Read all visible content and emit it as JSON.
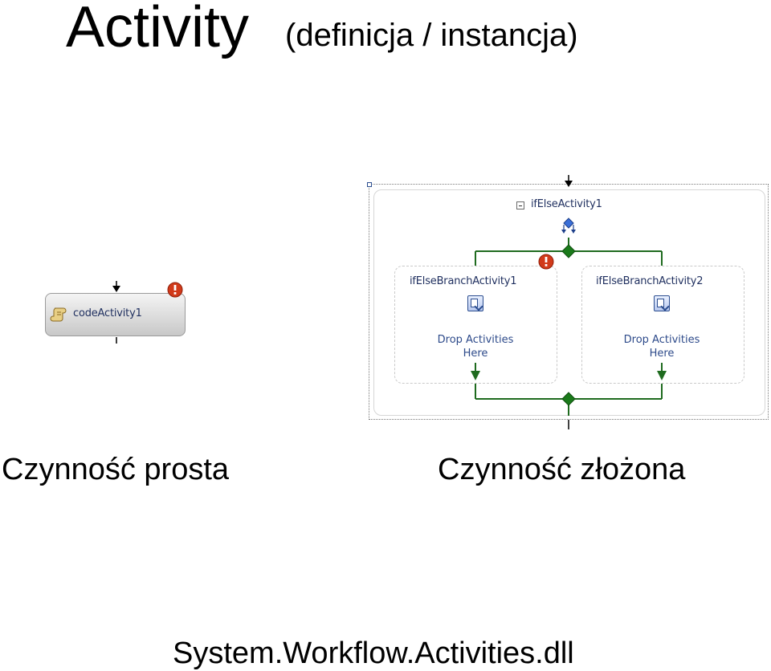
{
  "title": {
    "main": "Activity",
    "subtitle": "(definicja / instancja)"
  },
  "simple_activity": {
    "name": "codeActivity1",
    "icon": "scroll-icon",
    "status_icon": "error-icon",
    "caption": "Czynność prosta"
  },
  "composite_activity": {
    "name": "ifElseActivity1",
    "collapse_icon": "collapse-minus-icon",
    "branch_icon": "branch-diamond-icon",
    "branches": [
      {
        "name": "ifElseBranchActivity1",
        "drop_text_line1": "Drop Activities",
        "drop_text_line2": "Here",
        "has_error": true
      },
      {
        "name": "ifElseBranchActivity2",
        "drop_text_line1": "Drop Activities",
        "drop_text_line2": "Here",
        "has_error": false
      }
    ],
    "caption": "Czynność złożona"
  },
  "footer": {
    "assembly": "System.Workflow.Activities.dll"
  },
  "colors": {
    "connector_green": "#1f6b1f",
    "error_red": "#d13a1a",
    "label_blue": "#1f2f5f"
  }
}
